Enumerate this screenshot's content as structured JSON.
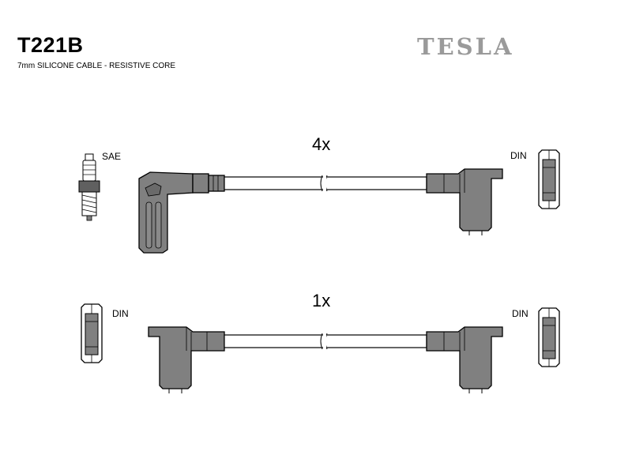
{
  "header": {
    "model": "T221B",
    "subtitle": "7mm SILICONE CABLE - RESISTIVE CORE",
    "brand": "TESLA"
  },
  "rows": [
    {
      "quantity": "4x",
      "left_label": "SAE",
      "right_label": "DIN"
    },
    {
      "quantity": "1x",
      "left_label": "DIN",
      "right_label": "DIN"
    }
  ],
  "colors": {
    "boot": "#808080",
    "cable": "#ffffff",
    "outline": "#000000",
    "brand": "#9a9a9a"
  }
}
